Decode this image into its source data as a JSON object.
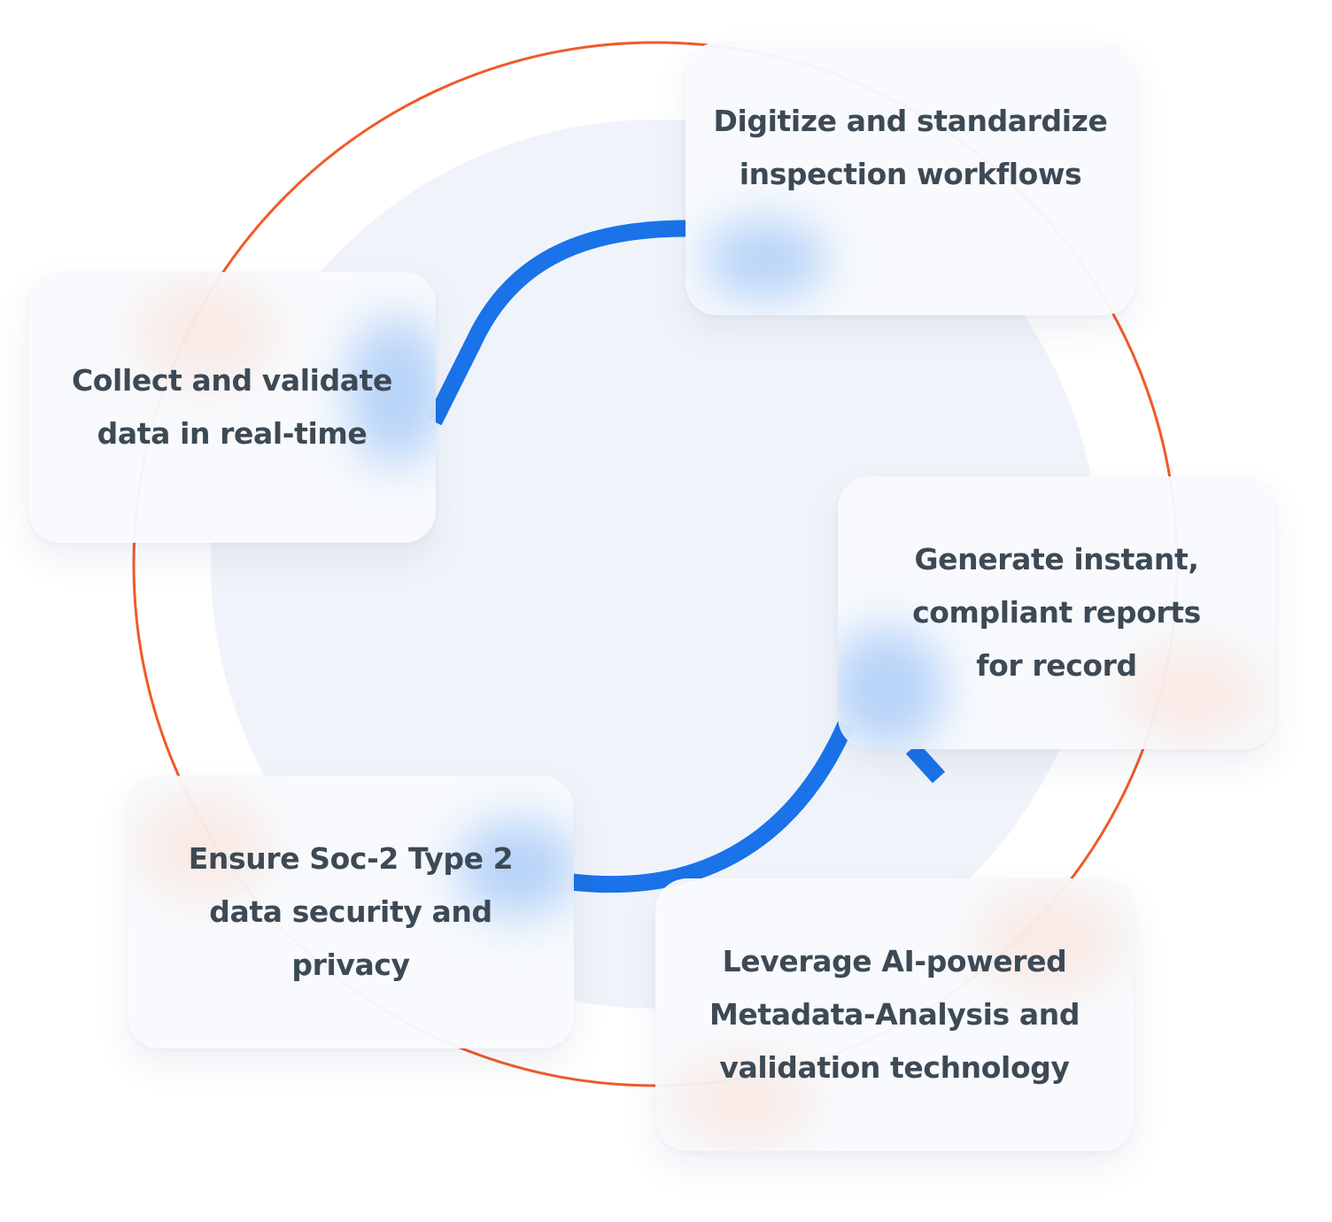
{
  "cards": {
    "digitize": "Digitize and standardize\ninspection workflows",
    "collect": "Collect and validate\ndata in real-time",
    "generate": "Generate instant,\ncompliant reports\nfor record",
    "ensure": "Ensure Soc-2 Type 2\ndata security and\nprivacy",
    "leverage": "Leverage AI-powered\nMetadata-Analysis and\nvalidation technology"
  },
  "colors": {
    "ring": "#f05a28",
    "flow": "#1a73e8",
    "disc": "#f0f4fa",
    "text": "#3d4a55"
  }
}
